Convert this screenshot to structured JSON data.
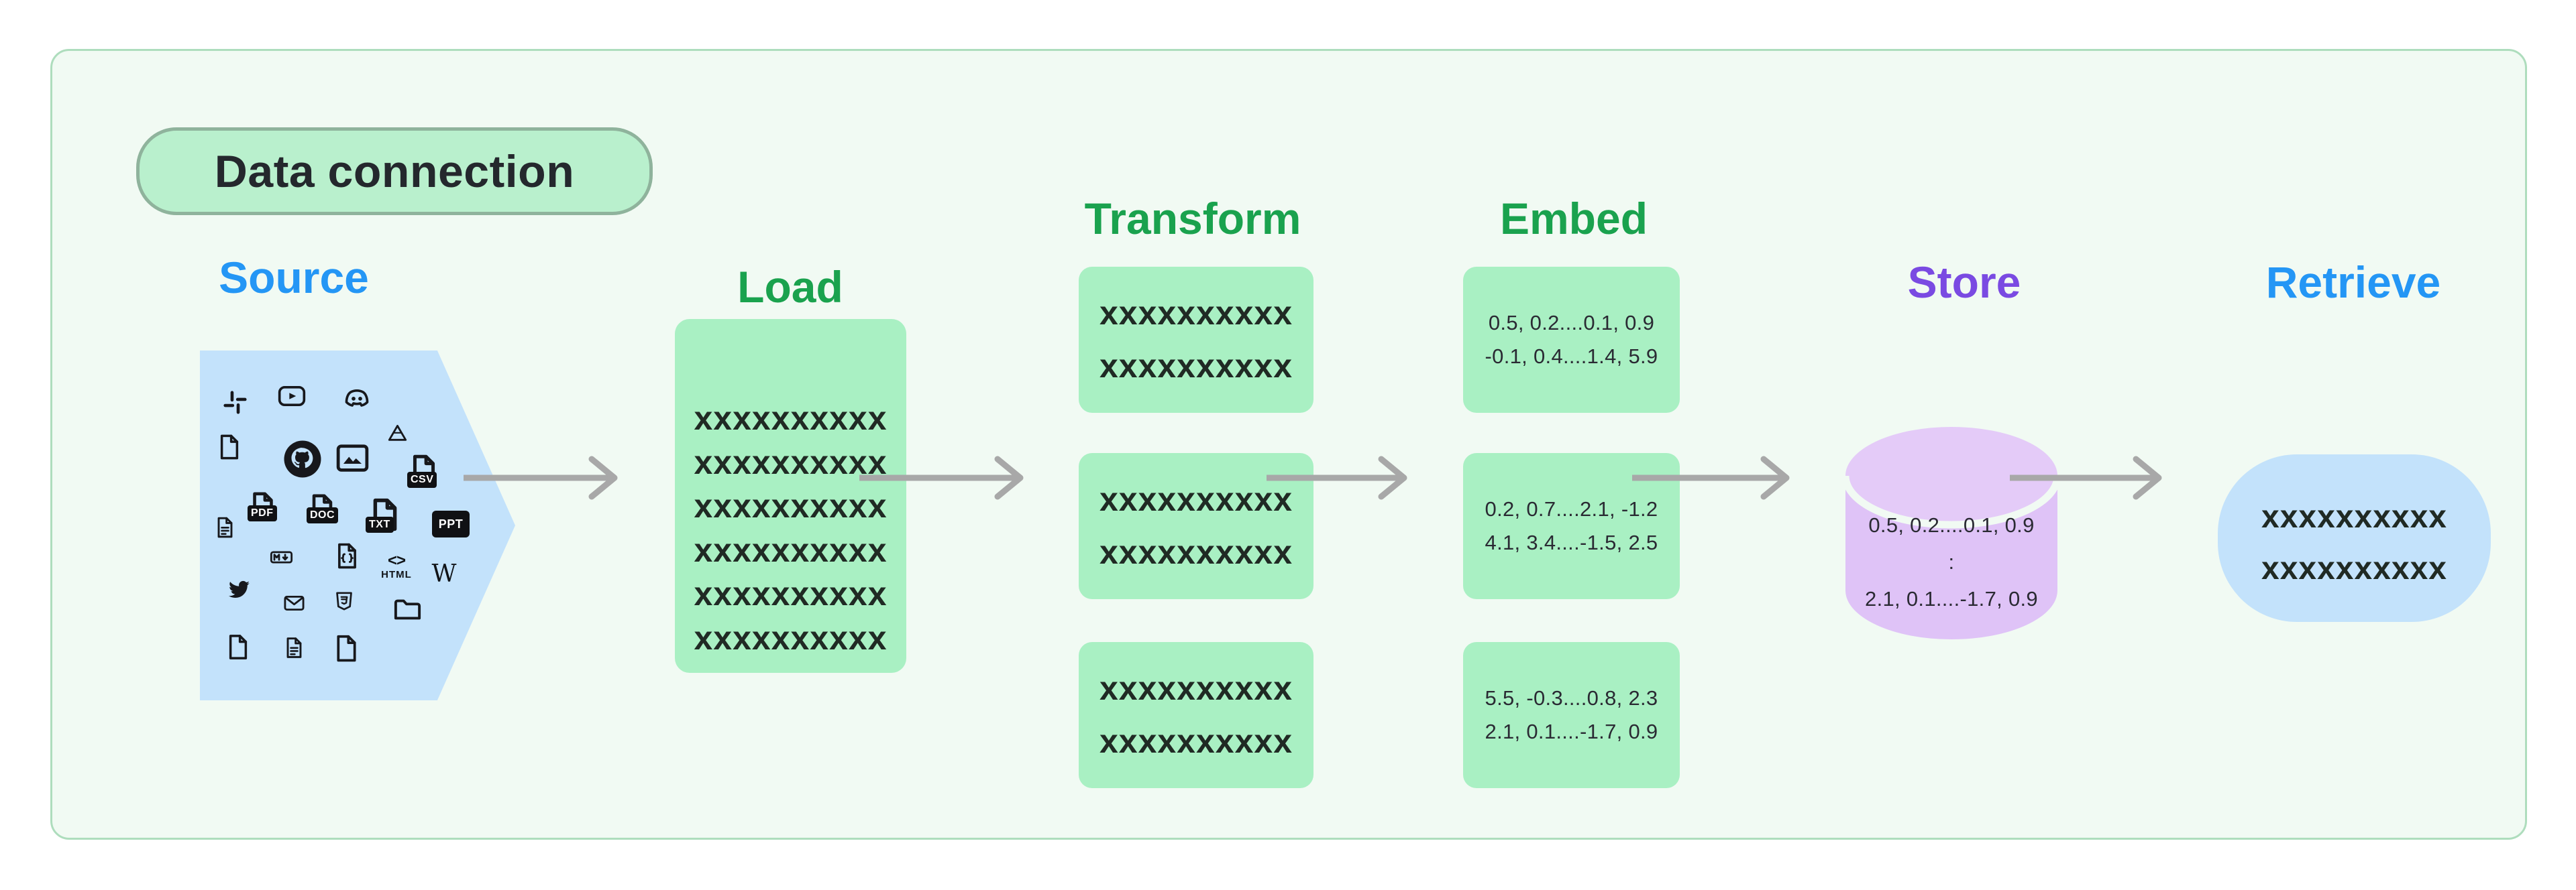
{
  "badge": {
    "label": "Data connection"
  },
  "colors": {
    "page_background": "#ffffff",
    "panel_background": "#f1faf3",
    "panel_border": "#aeddbd",
    "badge_fill": "#b9f0cd",
    "badge_border": "#8fb39c",
    "green_box": "#a9f0c3",
    "blue_shape": "#c3e2fb",
    "purple_cylinder": "#e0c5f7",
    "heading_green": "#1aa24e",
    "heading_blue": "#2496f5",
    "heading_purple": "#7a4ae2",
    "arrow_gray": "#a8a8a8",
    "icon_black": "#17181c"
  },
  "stages": {
    "source": {
      "label": "Source",
      "icons": [
        {
          "name": "slack-icon",
          "kind": "slack"
        },
        {
          "name": "youtube-icon",
          "kind": "youtube"
        },
        {
          "name": "discord-icon",
          "kind": "discord"
        },
        {
          "name": "file-icon",
          "kind": "file"
        },
        {
          "name": "github-icon",
          "kind": "github"
        },
        {
          "name": "image-icon",
          "kind": "image"
        },
        {
          "name": "google-drive-icon",
          "kind": "gdrive"
        },
        {
          "name": "csv-file-icon",
          "kind": "file-badge",
          "label": "CSV"
        },
        {
          "name": "notes-file-icon",
          "kind": "file-lines"
        },
        {
          "name": "pdf-file-icon",
          "kind": "file-badge",
          "label": "PDF"
        },
        {
          "name": "doc-file-icon",
          "kind": "file-badge",
          "label": "DOC"
        },
        {
          "name": "txt-file-icon",
          "kind": "file-badge",
          "label": "TXT"
        },
        {
          "name": "ppt-file-icon",
          "kind": "label-badge",
          "label": "PPT"
        },
        {
          "name": "markdown-icon",
          "kind": "markdown"
        },
        {
          "name": "json-file-icon",
          "kind": "code-file"
        },
        {
          "name": "html-icon",
          "kind": "html",
          "label": "HTML"
        },
        {
          "name": "wikipedia-icon",
          "kind": "wikipedia",
          "label": "W"
        },
        {
          "name": "twitter-icon",
          "kind": "twitter"
        },
        {
          "name": "email-icon",
          "kind": "mail"
        },
        {
          "name": "css-shield-icon",
          "kind": "css",
          "label": "3"
        },
        {
          "name": "folder-icon",
          "kind": "folder"
        },
        {
          "name": "file-icon",
          "kind": "file"
        },
        {
          "name": "notes-file-icon",
          "kind": "file-lines"
        },
        {
          "name": "file-icon",
          "kind": "file"
        }
      ]
    },
    "load": {
      "label": "Load",
      "lines": [
        "xxxxxxxxxx",
        "xxxxxxxxxx",
        "xxxxxxxxxx",
        "xxxxxxxxxx",
        "xxxxxxxxxx",
        "xxxxxxxxxx"
      ]
    },
    "transform": {
      "label": "Transform",
      "boxes": [
        [
          "xxxxxxxxxx",
          "xxxxxxxxxx"
        ],
        [
          "xxxxxxxxxx",
          "xxxxxxxxxx"
        ],
        [
          "xxxxxxxxxx",
          "xxxxxxxxxx"
        ]
      ]
    },
    "embed": {
      "label": "Embed",
      "boxes": [
        [
          "0.5, 0.2....0.1, 0.9",
          "-0.1, 0.4....1.4, 5.9"
        ],
        [
          "0.2, 0.7....2.1, -1.2",
          "4.1, 3.4....-1.5, 2.5"
        ],
        [
          "5.5, -0.3....0.8, 2.3",
          "2.1, 0.1....-1.7, 0.9"
        ]
      ]
    },
    "store": {
      "label": "Store",
      "lines": [
        "0.5, 0.2....0.1, 0.9",
        ":",
        "2.1, 0.1....-1.7, 0.9"
      ]
    },
    "retrieve": {
      "label": "Retrieve",
      "lines": [
        "xxxxxxxxxx",
        "xxxxxxxxxx"
      ]
    }
  }
}
